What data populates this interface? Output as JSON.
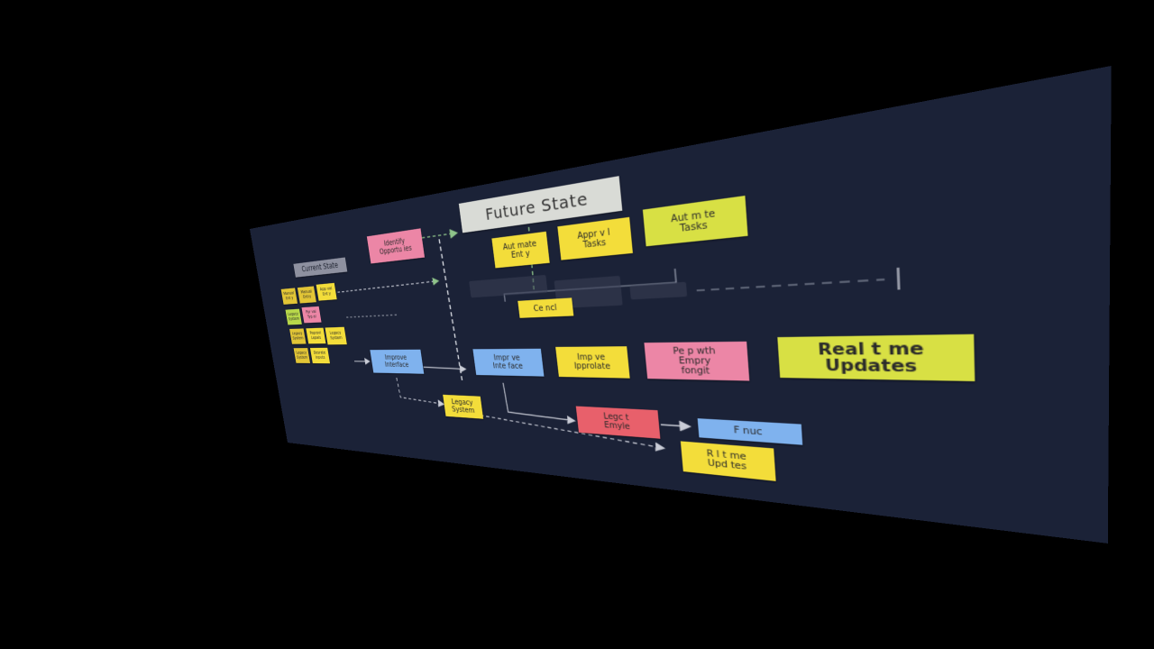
{
  "diagram": {
    "headings": {
      "current_state": "Current State",
      "identify": "Identify\nOpportu ies",
      "future_state": "Future State"
    },
    "current_notes": [
      "Manual\nEnt y",
      "Manual\nEntry",
      "App val\nEnt y",
      "Legacy\nSystem",
      "Ppr val\nTyp al",
      "Legacy\nSystem",
      "Paprovl\nLepals",
      "Legacy\nSystem",
      "Legacy\nSystem",
      "Desrate\nInputs"
    ],
    "middle_notes": {
      "improve_interface": "Improve\nInterface",
      "legacy_system": "Legacy\nSystem"
    },
    "future_notes": {
      "automate_entry": "Aut mate\nEnt y",
      "approval_tasks": "Appr v l\nTasks",
      "automate_tasks": "Aut m te\nTasks",
      "center": "Ce ncl",
      "improve_interface": "Impr ve\nInte face",
      "improve_templates": "Imp ve\nIpprolate",
      "pink_note": "Pe p wth\nEmpry\nfongit",
      "realtime_updates": "Real t me\nUpdates",
      "legacy_red": "Legc t\nEmyle",
      "blue_small": "F nuc",
      "realtime_updates_2": "R l t me\nUpd tes"
    }
  }
}
